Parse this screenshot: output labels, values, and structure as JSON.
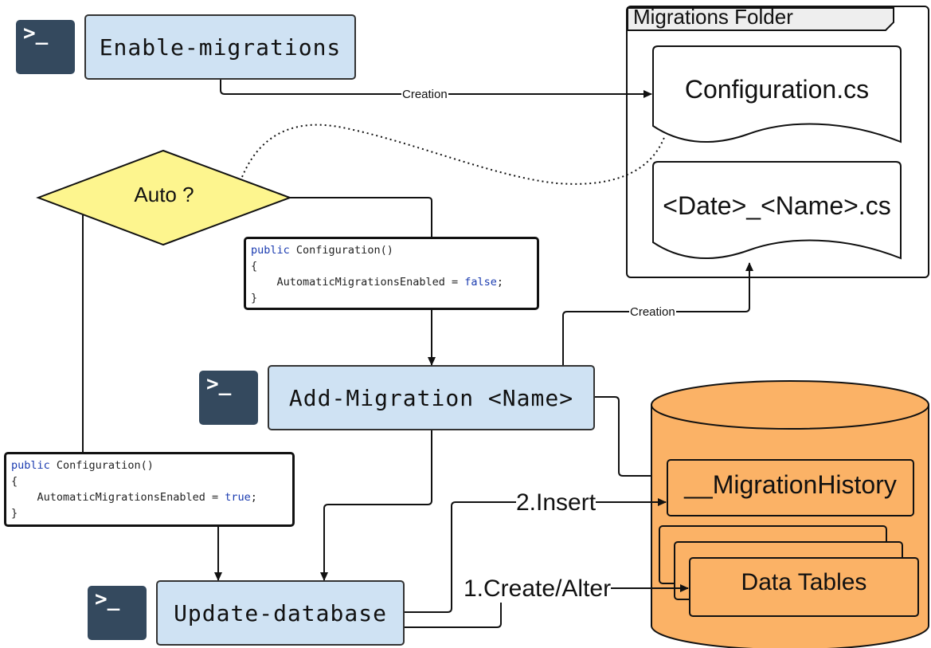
{
  "diagram": {
    "commands": {
      "enable": "Enable-migrations",
      "add": "Add-Migration <Name>",
      "update": "Update-database"
    },
    "terminal_glyph": ">_",
    "decision": "Auto ?",
    "code_false": {
      "line1_kw": "public",
      "line1_rest": " Configuration()",
      "line2": "{",
      "line3_rest": "    AutomaticMigrationsEnabled = ",
      "line3_kw": "false",
      "line3_end": ";",
      "line4": "}"
    },
    "code_true": {
      "line1_kw": "public",
      "line1_rest": " Configuration()",
      "line2": "{",
      "line3_rest": "    AutomaticMigrationsEnabled = ",
      "line3_kw": "true",
      "line3_end": ";",
      "line4": "}"
    },
    "folder": {
      "title": "Migrations Folder",
      "file1": "Configuration.cs",
      "file2": "<Date>_<Name>.cs"
    },
    "database": {
      "history": "__MigrationHistory",
      "tables": "Data Tables"
    },
    "edge_labels": {
      "creation_top": "Creation",
      "creation_mid": "Creation",
      "insert": "2.Insert",
      "create_alter": "1.Create/Alter"
    },
    "colors": {
      "command_fill": "#cfe2f3",
      "terminal_fill": "#34495e",
      "decision_fill": "#fdf58e",
      "database_fill": "#fbb266"
    }
  }
}
